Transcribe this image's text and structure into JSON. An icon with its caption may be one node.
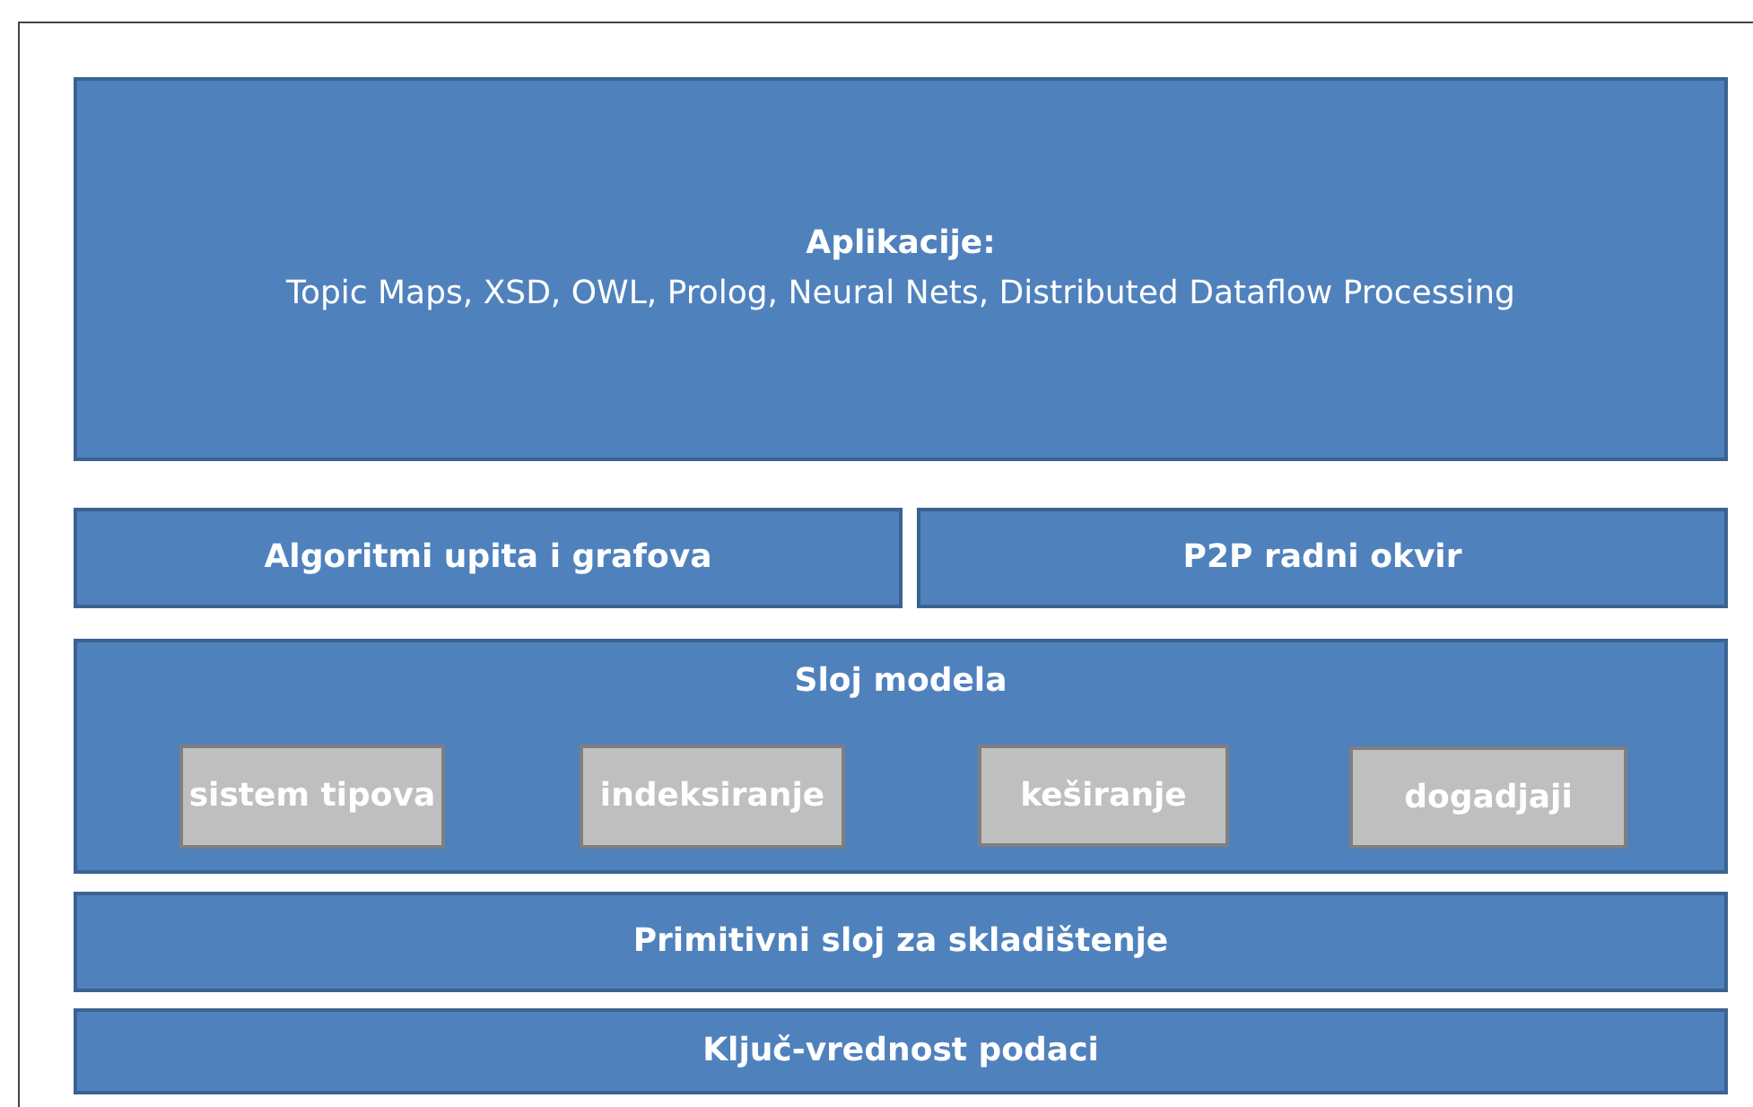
{
  "diagram": {
    "nodes": [
      {
        "text": [
          "Aplikacije:",
          "Topic Maps, XSD, OWL, Prolog, Neural Nets, Distributed Dataflow Processing"
        ]
      },
      {
        "text": [
          "Algoritmi upita i grafova"
        ]
      },
      {
        "text": [
          "P2P radni okvir"
        ]
      },
      {
        "text": [
          "Sloj modela"
        ]
      },
      {
        "text": [
          "sistem tipova"
        ],
        "in": 3
      },
      {
        "text": [
          "indeksiranje"
        ],
        "in": 3
      },
      {
        "text": [
          "keširanje"
        ],
        "in": 3
      },
      {
        "text": [
          "dogadjaji"
        ],
        "in": 3
      },
      {
        "text": [
          "Primitivni sloj za skladištenje"
        ]
      },
      {
        "text": [
          "Ključ-vrednost podaci"
        ]
      }
    ]
  }
}
